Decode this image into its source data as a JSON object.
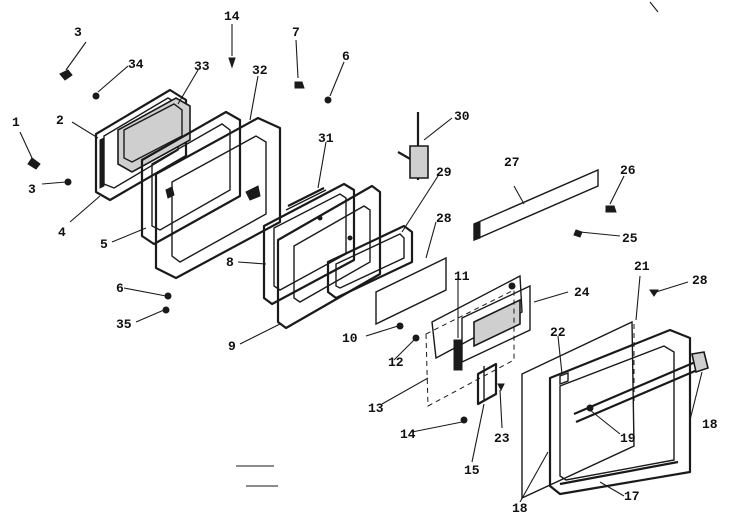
{
  "callouts": [
    {
      "id": "c1",
      "text": "1"
    },
    {
      "id": "c2",
      "text": "2"
    },
    {
      "id": "c3a",
      "text": "3"
    },
    {
      "id": "c3b",
      "text": "3"
    },
    {
      "id": "c34",
      "text": "34"
    },
    {
      "id": "c33",
      "text": "33"
    },
    {
      "id": "c32",
      "text": "32"
    },
    {
      "id": "c14a",
      "text": "14"
    },
    {
      "id": "c7",
      "text": "7"
    },
    {
      "id": "c6a",
      "text": "6"
    },
    {
      "id": "c4",
      "text": "4"
    },
    {
      "id": "c5",
      "text": "5"
    },
    {
      "id": "c30",
      "text": "30"
    },
    {
      "id": "c31",
      "text": "31"
    },
    {
      "id": "c27",
      "text": "27"
    },
    {
      "id": "c26",
      "text": "26"
    },
    {
      "id": "c25",
      "text": "25"
    },
    {
      "id": "c29",
      "text": "29"
    },
    {
      "id": "c28a",
      "text": "28"
    },
    {
      "id": "c8",
      "text": "8"
    },
    {
      "id": "c9",
      "text": "9"
    },
    {
      "id": "c6b",
      "text": "6"
    },
    {
      "id": "c35",
      "text": "35"
    },
    {
      "id": "c21",
      "text": "21"
    },
    {
      "id": "c28b",
      "text": "28"
    },
    {
      "id": "c11",
      "text": "11"
    },
    {
      "id": "c24",
      "text": "24"
    },
    {
      "id": "c10",
      "text": "10"
    },
    {
      "id": "c12",
      "text": "12"
    },
    {
      "id": "c22",
      "text": "22"
    },
    {
      "id": "c13",
      "text": "13"
    },
    {
      "id": "c18a",
      "text": "18"
    },
    {
      "id": "c19",
      "text": "19"
    },
    {
      "id": "c14b",
      "text": "14"
    },
    {
      "id": "c23",
      "text": "23"
    },
    {
      "id": "c15",
      "text": "15"
    },
    {
      "id": "c17",
      "text": "17"
    },
    {
      "id": "c18b",
      "text": "18"
    }
  ],
  "colors": {
    "ink": "#1a1a1a",
    "paper": "#ffffff"
  }
}
